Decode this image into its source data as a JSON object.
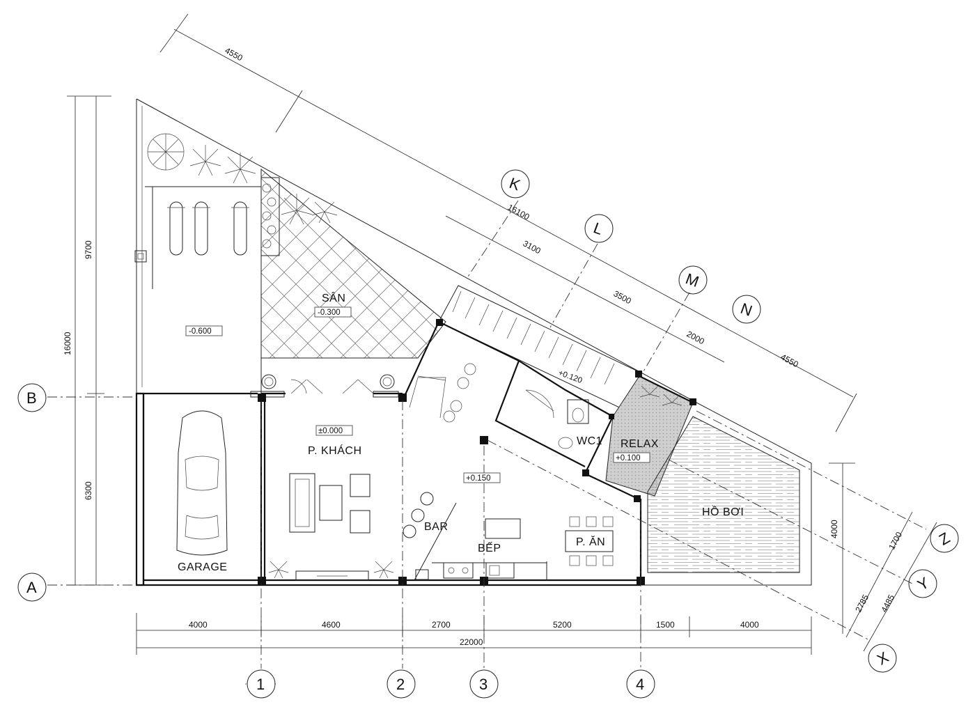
{
  "rooms": {
    "san": "SÂN",
    "p_khach": "P. KHÁCH",
    "garage": "GARAGE",
    "bar": "BAR",
    "bep": "BẾP",
    "p_an": "P. ĂN",
    "wc1": "WC1",
    "relax": "RELAX",
    "ho_boi": "HỒ BƠI"
  },
  "levels": {
    "san": "-0.300",
    "yard": "-0.600",
    "khach": "±0.000",
    "bep": "+0.150",
    "stair": "+0.120",
    "relax": "+0.100"
  },
  "grid_labels": {
    "col_1": "1",
    "col_2": "2",
    "col_3": "3",
    "col_4": "4",
    "row_A": "A",
    "row_B": "B",
    "diag_K": "K",
    "diag_L": "L",
    "diag_M": "M",
    "diag_N": "N",
    "diag_X": "X",
    "diag_Y": "Y",
    "diag_Z": "Z"
  },
  "dimensions": {
    "bottom_4000_a": "4000",
    "bottom_4600": "4600",
    "bottom_2700": "2700",
    "bottom_5200": "5200",
    "bottom_1500": "1500",
    "bottom_4000_b": "4000",
    "bottom_total": "22000",
    "left_9700": "9700",
    "left_6300": "6300",
    "left_total": "16000",
    "diag_top_4550": "4550",
    "diag_16100": "16100",
    "diag_3100": "3100",
    "diag_3500": "3500",
    "diag_2000": "2000",
    "diag_4550_b": "4550",
    "right_4000": "4000",
    "right_1700": "1700",
    "right_4485": "4485",
    "right_2785": "2785"
  }
}
